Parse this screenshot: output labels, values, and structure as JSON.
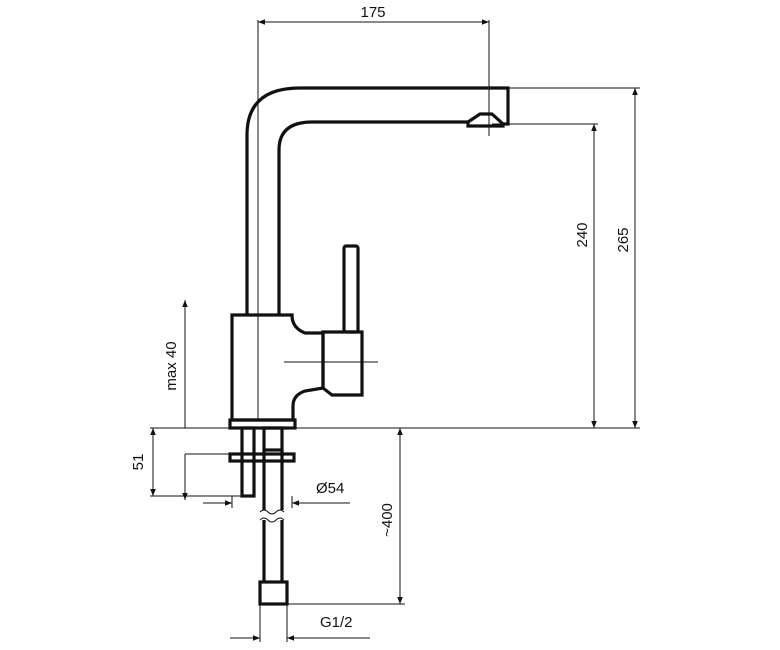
{
  "labels": {
    "width": "175",
    "spout_height": "240",
    "total_height": "265",
    "max_thickness": "max 40",
    "body_depth": "51",
    "hole_diameter": "Ø54",
    "hose_length": "~400",
    "thread": "G1/2"
  },
  "colors": {
    "line": "#111111",
    "background": "#ffffff"
  }
}
